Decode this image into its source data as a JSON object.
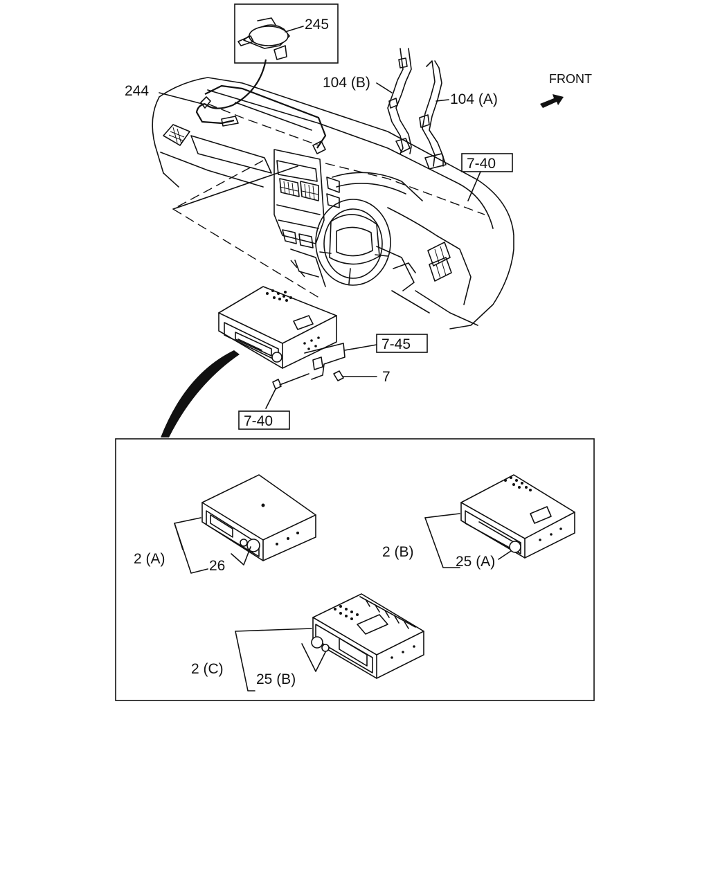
{
  "labels": {
    "front": "FRONT",
    "p245": "245",
    "p244": "244",
    "p104b": "104 (B)",
    "p104a": "104 (A)",
    "ref740_top": "7-40",
    "ref745": "7-45",
    "p7": "7",
    "ref740_bottom": "7-40",
    "p2a": "2 (A)",
    "p26": "26",
    "p2b": "2 (B)",
    "p25a": "25 (A)",
    "p2c": "2 (C)",
    "p25b": "25 (B)"
  },
  "icons": {
    "front_arrow": "front-arrow-icon"
  }
}
